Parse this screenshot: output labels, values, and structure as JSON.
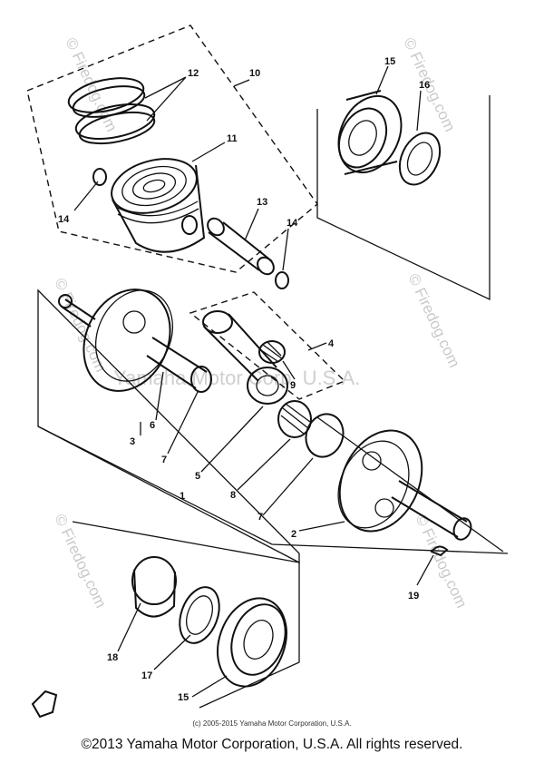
{
  "watermark": {
    "site": "Firedog.com",
    "corp": "Yamaha Motor Corp, U.S.A.",
    "copyright_symbol": "©"
  },
  "callouts": {
    "c1": "1",
    "c2": "2",
    "c3": "3",
    "c4": "4",
    "c5": "5",
    "c6": "6",
    "c7a": "7",
    "c7b": "7",
    "c8": "8",
    "c9": "9",
    "c10": "10",
    "c11": "11",
    "c12": "12",
    "c13": "13",
    "c14a": "14",
    "c14b": "14",
    "c15a": "15",
    "c15b": "15",
    "c16": "16",
    "c17": "17",
    "c18": "18",
    "c19": "19"
  },
  "diagram_copyright": "(c) 2005-2015 Yamaha Motor Corporation, U.S.A.",
  "footer": "©2013 Yamaha Motor Corporation, U.S.A. All rights reserved.",
  "colors": {
    "ink": "#111111",
    "watermark": "#c9c9c9"
  }
}
